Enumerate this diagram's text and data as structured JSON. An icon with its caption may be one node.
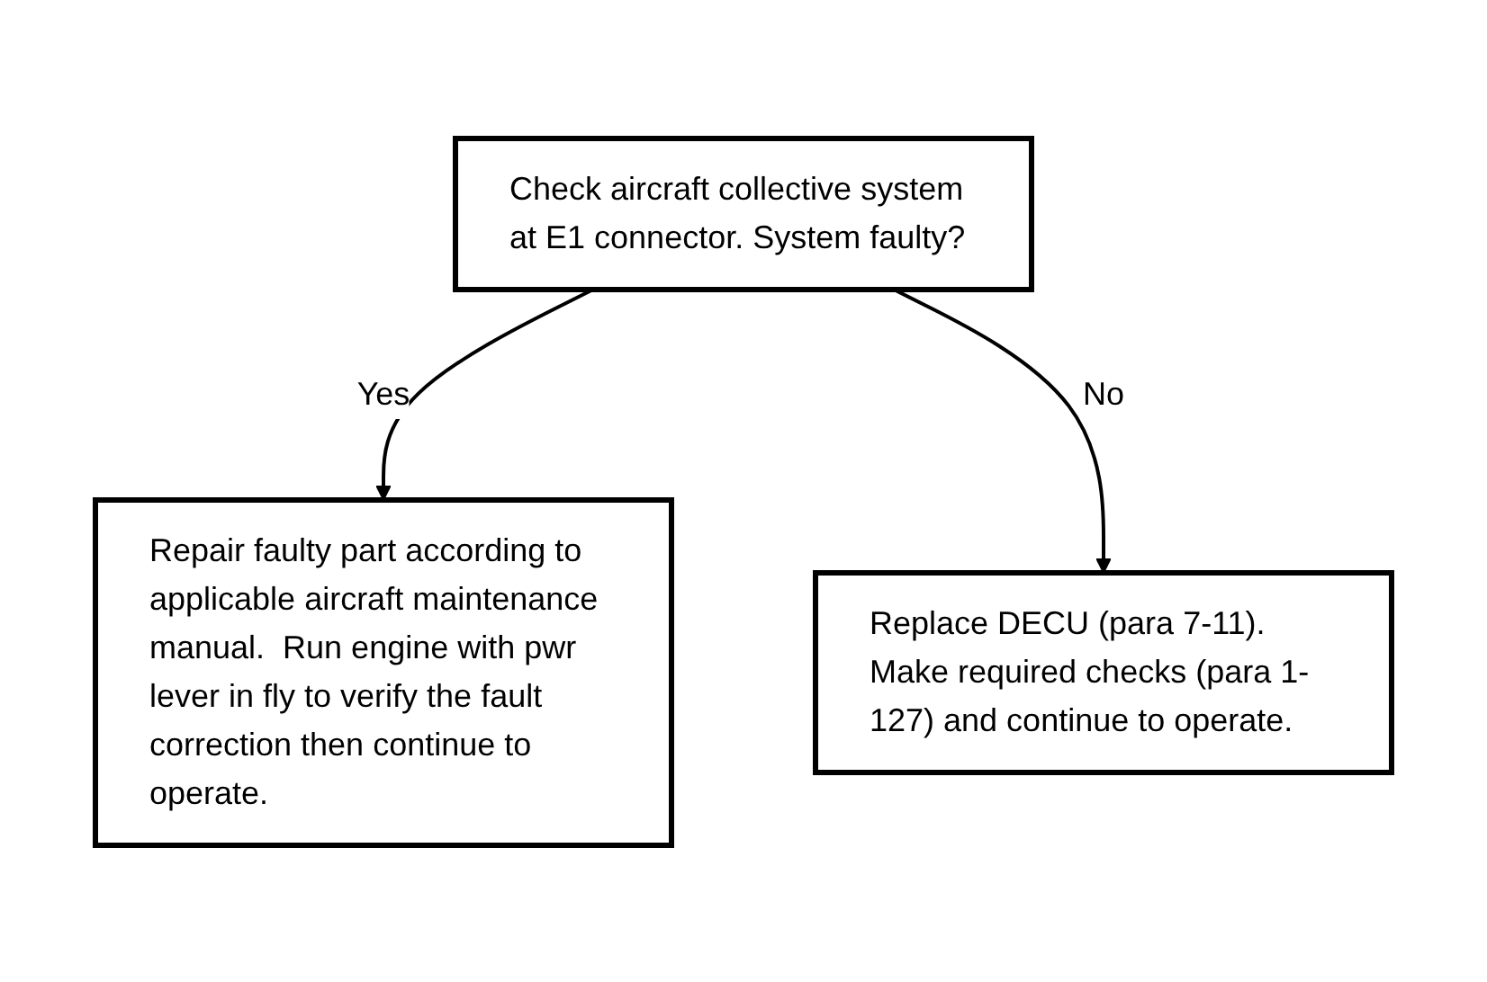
{
  "diagram": {
    "nodes": [
      {
        "text": [
          "Check aircraft collective system at E1 connector. System faulty?"
        ]
      },
      {
        "text": [
          "Repair faulty part according to applicable aircraft maintenance manual.  Run engine with pwr lever in fly to verify the fault correction then continue to operate."
        ]
      },
      {
        "text": [
          "Replace DECU (para 7-11). Make required checks (para 1-127) and continue to operate."
        ]
      }
    ],
    "edges": [
      {
        "from": 0,
        "to": 1,
        "arrow": "to",
        "label": "Yes"
      },
      {
        "from": 0,
        "to": 2,
        "arrow": "to",
        "label": "No"
      }
    ]
  }
}
